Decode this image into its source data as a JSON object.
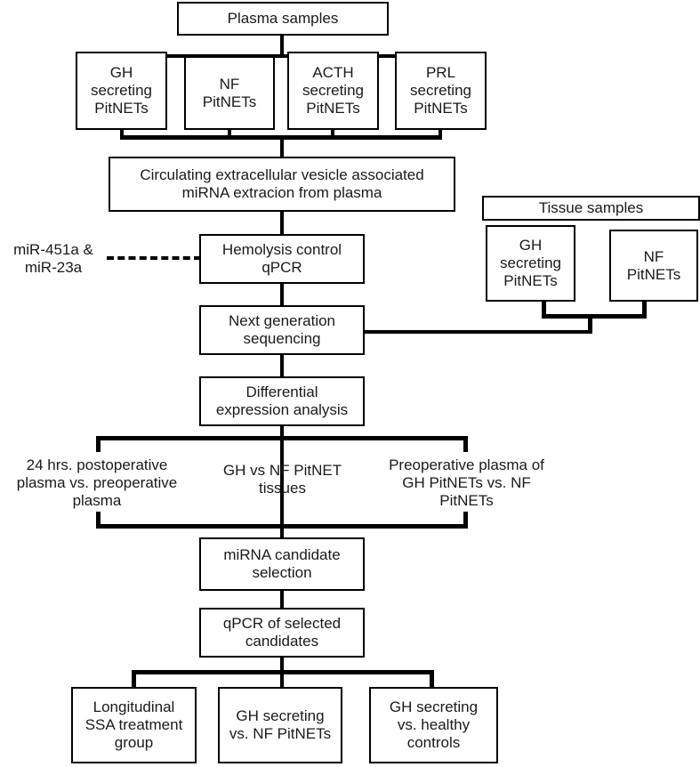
{
  "diagram": {
    "title": "Study workflow flowchart",
    "accent_color": "#000000",
    "background": "#ffffff",
    "text_color": "#1a1a1a"
  },
  "nodes": {
    "plasma_samples": "Plasma samples",
    "gh_secreting_pitnets": "GH\nsecreting\nPitNETs",
    "nf_pitnets": "NF\nPitNETs",
    "acth_secreting_pitnets": "ACTH\nsecreting\nPitNETs",
    "prl_secreting_pitnets": "PRL\nsecreting\nPitNETs",
    "ev_mirna_extraction": "Circulating extracellular vesicle associated\nmiRNA extracion from plasma",
    "hemolysis_control": "Hemolysis control\nqPCR",
    "tissue_samples": "Tissue samples",
    "tissue_gh_secreting": "GH\nsecreting\nPitNETs",
    "tissue_nf_pitnets": "NF\nPitNETs",
    "next_generation_sequencing": "Next generation\nsequencing",
    "differential_expression": "Differential\nexpression analysis",
    "mirna_candidate_selection": "miRNA candidate\nselection",
    "qpcr_selected_candidates": "qPCR of selected\ncandidates",
    "longitudinal_ssa": "Longitudinal\nSSA treatment\ngroup",
    "gh_vs_nf_pitnets": "GH secreting\nvs. NF PitNETs",
    "gh_vs_healthy": "GH secreting\nvs. healthy\ncontrols"
  },
  "labels": {
    "hemolysis_markers": "miR-451a &\nmiR-23a",
    "comparison_left": "24 hrs. postoperative\nplasma vs. preoperative\nplasma",
    "comparison_center": "GH vs NF PitNET\ntissues",
    "comparison_right": "Preoperative plasma of\nGH PitNETs vs. NF\nPitNETs"
  }
}
